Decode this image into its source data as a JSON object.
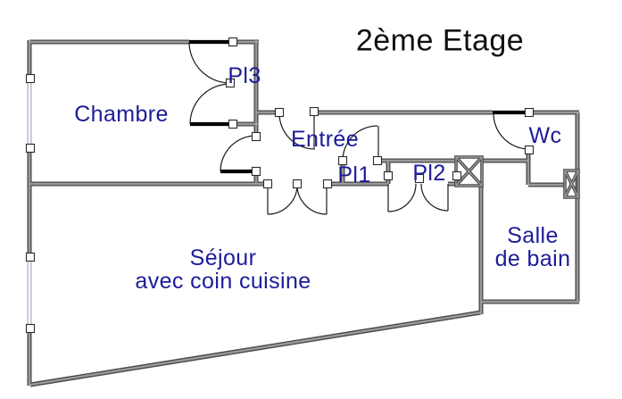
{
  "title": "2ème Etage",
  "colors": {
    "background": "#ffffff",
    "wall_edge": "#474747",
    "wall_core": "#9a9a9a",
    "window_edge": "#aab0c2",
    "door_leaf": "#000000",
    "label_text": "#1c1c99",
    "title_text": "#101010",
    "handle_fill": "#ffffff"
  },
  "rooms": {
    "chambre": {
      "label": "Chambre"
    },
    "entree": {
      "label": "Entrée"
    },
    "sejour": {
      "label_line1": "Séjour",
      "label_line2": "avec coin cuisine"
    },
    "salle_de_bain": {
      "label_line1": "Salle",
      "label_line2": "de bain"
    },
    "wc": {
      "label": "Wc"
    },
    "placard1": {
      "label": "Pl1"
    },
    "placard2": {
      "label": "Pl2"
    },
    "placard3": {
      "label": "Pl3"
    }
  }
}
